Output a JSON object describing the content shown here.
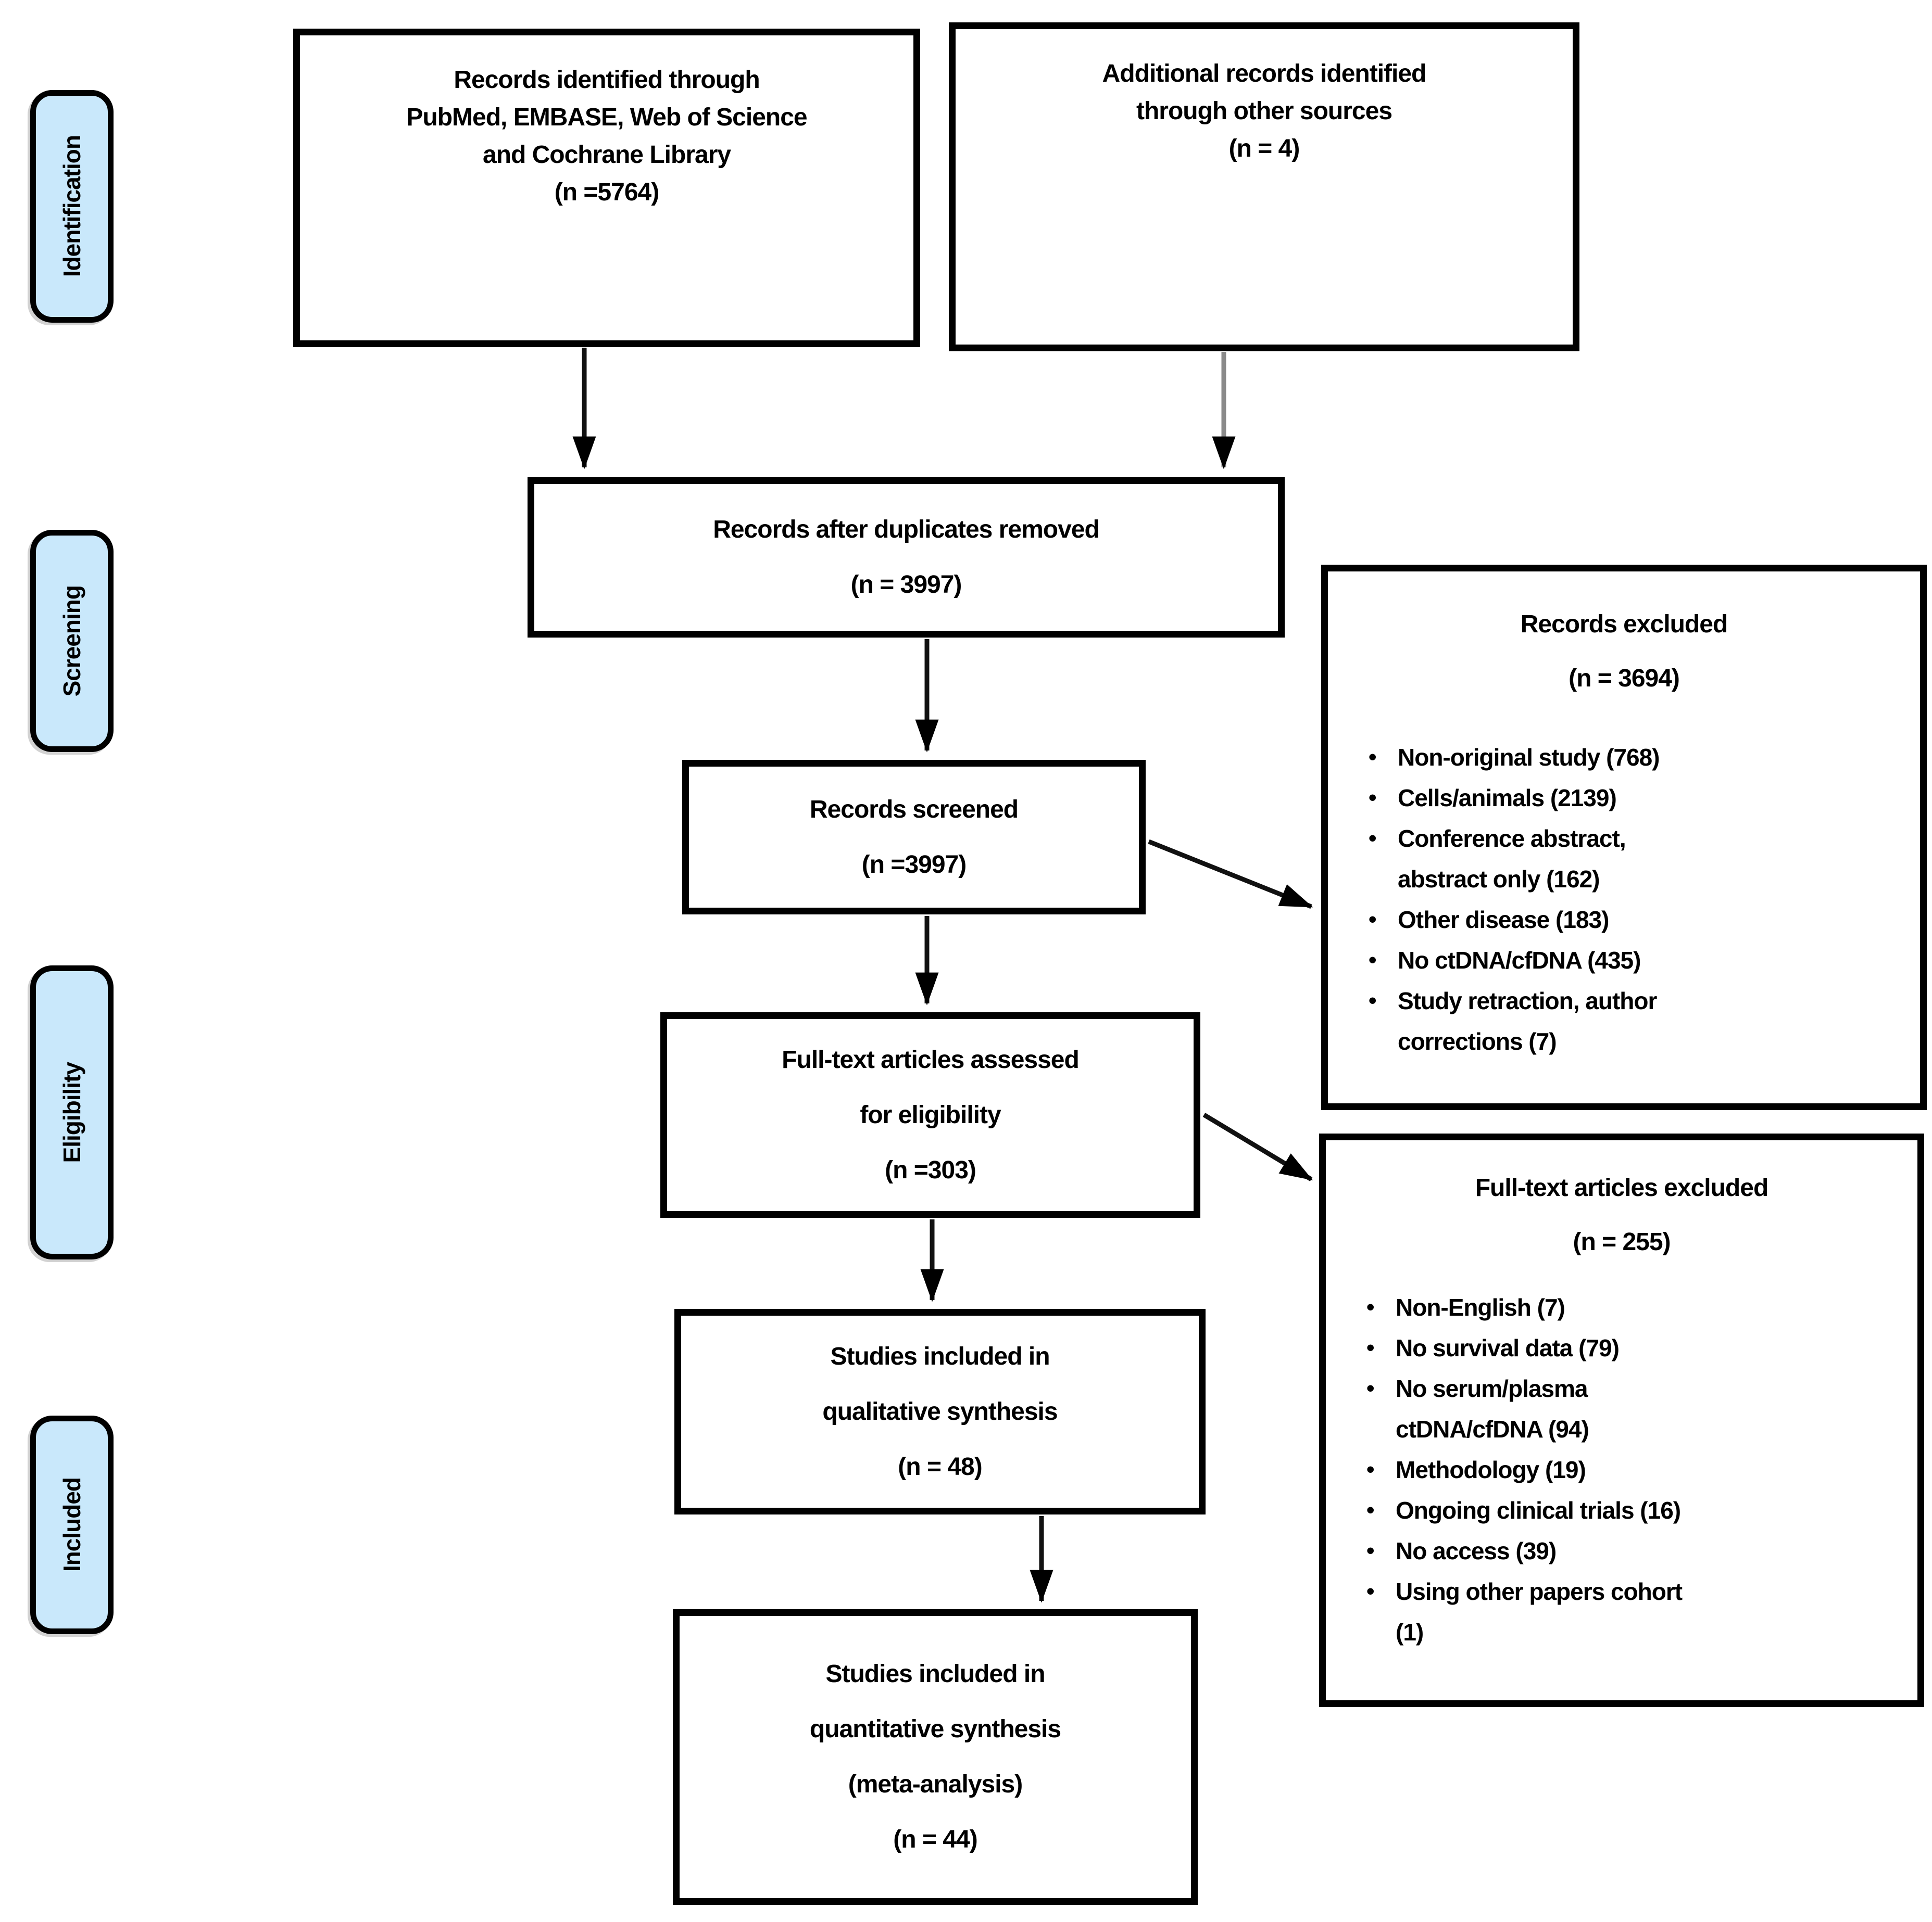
{
  "colors": {
    "stage_fill": "#c9e8fb",
    "box_border": "#000000",
    "text": "#000000",
    "background": "#ffffff",
    "arrow": "#000000",
    "arrow_secondary": "#8a8a8a"
  },
  "bullet_glyph": "•",
  "stages": {
    "identification": {
      "label": "Identification"
    },
    "screening": {
      "label": "Screening"
    },
    "eligibility": {
      "label": "Eligibility"
    },
    "included": {
      "label": "Included"
    }
  },
  "flow_boxes": {
    "identified": {
      "lines": [
        "Records identified through",
        "PubMed, EMBASE, Web of Science",
        "and Cochrane Library",
        "(n =5764)"
      ]
    },
    "additional": {
      "lines": [
        "Additional records identified",
        "through other sources",
        "(n = 4)"
      ]
    },
    "deduplicated": {
      "lines": [
        "Records after duplicates removed",
        "(n = 3997)"
      ]
    },
    "screened": {
      "lines": [
        "Records screened",
        "(n =3997)"
      ]
    },
    "fulltext_assessed": {
      "lines": [
        "Full-text articles assessed",
        "for eligibility",
        "(n =303)"
      ]
    },
    "qualitative_included": {
      "lines": [
        "Studies included in",
        "qualitative synthesis",
        "(n = 48)"
      ]
    },
    "quantitative_included": {
      "lines": [
        "Studies included in",
        "quantitative synthesis",
        "(meta-analysis)",
        "(n = 44)"
      ]
    }
  },
  "exclusions": {
    "records_excluded": {
      "title_lines": [
        "Records excluded",
        "(n = 3694)"
      ],
      "items": [
        [
          "Non-original study (768)"
        ],
        [
          "Cells/animals (2139)"
        ],
        [
          "Conference abstract,",
          "abstract only (162)"
        ],
        [
          "Other disease (183)"
        ],
        [
          "No ctDNA/cfDNA (435)"
        ],
        [
          "Study retraction, author",
          "corrections (7)"
        ]
      ]
    },
    "fulltext_excluded": {
      "title_lines": [
        "Full-text articles excluded",
        "(n = 255)"
      ],
      "items": [
        [
          "Non-English (7)"
        ],
        [
          "No survival data (79)"
        ],
        [
          "No serum/plasma",
          "ctDNA/cfDNA (94)"
        ],
        [
          "Methodology (19)"
        ],
        [
          "Ongoing clinical trials (16)"
        ],
        [
          "No access (39)"
        ],
        [
          "Using other papers cohort",
          "(1)"
        ]
      ]
    }
  }
}
